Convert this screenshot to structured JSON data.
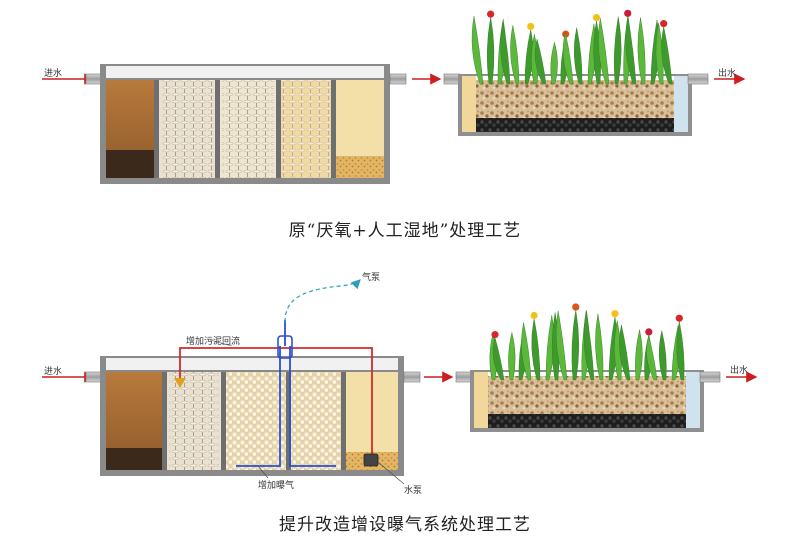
{
  "top": {
    "inflow_label": "进水",
    "outflow_label": "出水",
    "caption": "原“厌氧+人工湿地”处理工艺"
  },
  "bottom": {
    "inflow_label": "进水",
    "outflow_label": "出水",
    "air_label": "气泵",
    "sludge_return_label": "增加污泥回流",
    "aeration_label": "增加曝气",
    "pump_label": "水泵",
    "caption": "提升改造增设曝气系统处理工艺"
  },
  "colors": {
    "flow_arrow": "#cc1f1f",
    "sludge_return": "#d42a2a",
    "aeration": "#2a4fd4",
    "air_supply": "#2f9fb3"
  }
}
